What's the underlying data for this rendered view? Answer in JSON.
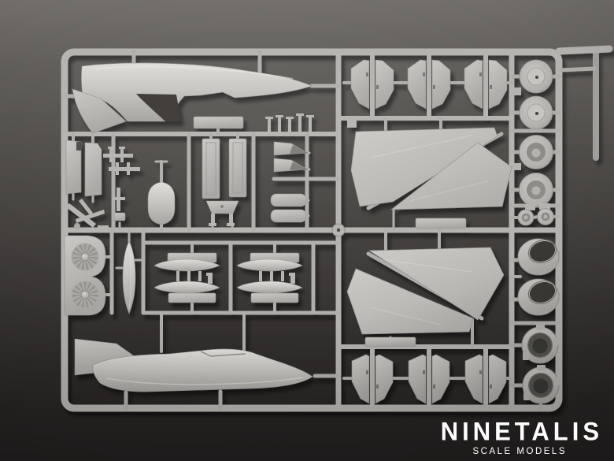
{
  "scene": {
    "type": "photograph",
    "subject": "Plastic scale model kit sprue with light grey aircraft parts on a dark grey surface",
    "sprue_material": "light grey styrene",
    "layout": "rectangular runner frame, parts attached inside"
  },
  "watermark": {
    "brand": "NINETALIS",
    "tagline": "SCALE MODELS"
  },
  "colors": {
    "background_top": "#716e6b",
    "background_bottom": "#232020",
    "sprue_plastic": "#b4b3af",
    "plastic_highlight": "#dcdbd7",
    "plastic_shadow": "#8f8e8a",
    "dark_openings": "#3a3835",
    "watermark_text": "#ffffff"
  },
  "parts": [
    "upper fuselage half",
    "lower fuselage half",
    "main wing panels x4",
    "vertical stabilizer pairs x6",
    "main wheels x4",
    "nose wheels x2",
    "engine intake tubes x2",
    "engine exhaust nozzles x2",
    "engine fan plate",
    "centerline drop tank",
    "underwing fuel tanks with pylons x4",
    "intake ramps and small airframe parts",
    "landing gear struts",
    "cockpit and canopy plates"
  ]
}
